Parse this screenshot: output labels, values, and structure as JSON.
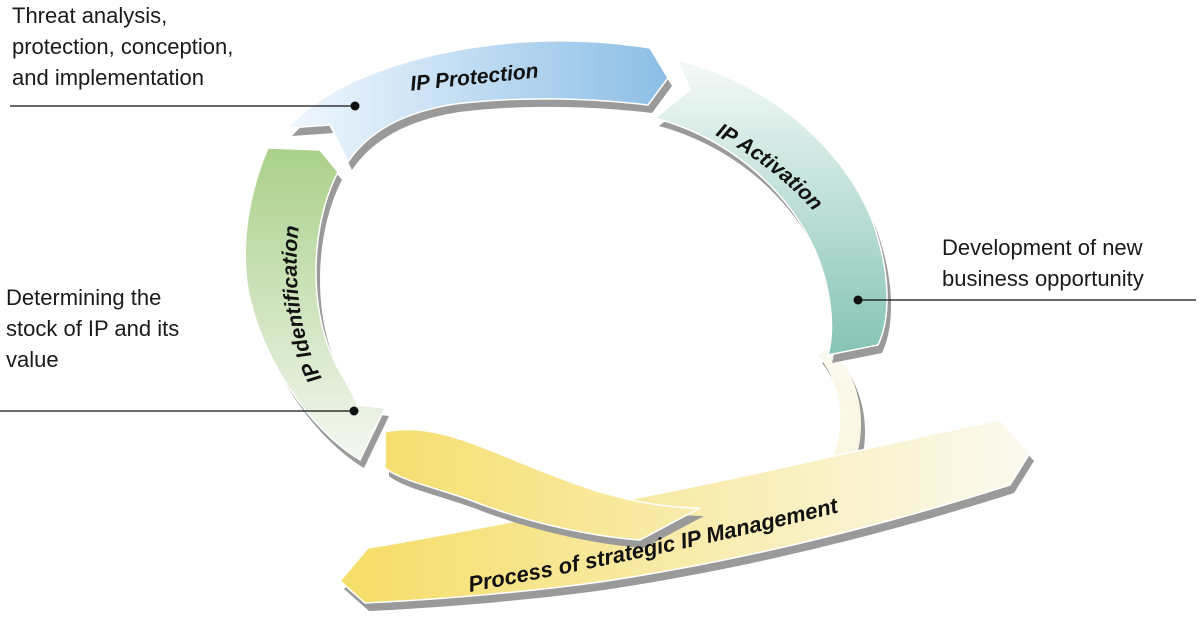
{
  "segments": {
    "protection": {
      "label": "IP Protection",
      "color_start": "#eef6fd",
      "color_end": "#8ebfe6"
    },
    "activation": {
      "label": "IP Activation",
      "color_start": "#f1f8f6",
      "color_end": "#86c4b6"
    },
    "identification": {
      "label": "IP Identification",
      "color_start": "#aad08a",
      "color_end": "#f1f6ee"
    },
    "management": {
      "label": "Process of strategic IP Management",
      "color_start": "#f6de6a",
      "color_end": "#fbfaf2"
    }
  },
  "notes": {
    "protection": [
      "Threat analysis,",
      "protection, conception,",
      "and implementation"
    ],
    "activation": [
      "Development of new",
      "business opportunity"
    ],
    "identification": [
      "Determining the",
      "stock of IP and its",
      "value"
    ]
  },
  "colors": {
    "shadow": "#9a9a9a",
    "leader_line": "#111111"
  }
}
